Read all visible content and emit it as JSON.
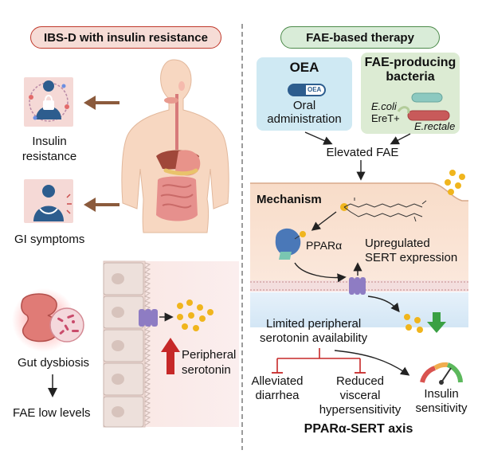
{
  "left_panel": {
    "title": "IBS-D with insulin resistance",
    "insulin_resistance": "Insulin resistance",
    "gi_symptoms": "GI symptoms",
    "gut_dysbiosis": "Gut dysbiosis",
    "fae_low_levels": "FAE low levels",
    "peripheral_serotonin": "Peripheral serotonin"
  },
  "right_panel": {
    "title": "FAE-based therapy",
    "oea_box": {
      "title": "OEA",
      "pill_label": "OEA",
      "line1": "Oral",
      "line2": "administration"
    },
    "bacteria_box": {
      "title_line1": "FAE-producing",
      "title_line2": "bacteria",
      "ecoli_line1": "E.coli",
      "ecoli_line2": "EreT+",
      "erectale": "E.rectale"
    },
    "elevated_fae": "Elevated FAE",
    "mechanism": "Mechanism",
    "ppara": "PPARα",
    "upregulated_line1": "Upregulated",
    "upregulated_line2": "SERT expression",
    "limited_line1": "Limited peripheral",
    "limited_line2": "serotonin availability",
    "alleviated_line1": "Alleviated",
    "alleviated_line2": "diarrhea",
    "reduced_line1": "Reduced",
    "reduced_line2": "visceral",
    "reduced_line3": "hypersensitivity",
    "insulin_line1": "Insulin",
    "insulin_line2": "sensitivity",
    "axis_title": "PPARα-SERT axis"
  },
  "colors": {
    "left_title_bg": "#f6dcd6",
    "left_title_border": "#c0392b",
    "right_title_bg": "#d9ecd8",
    "right_title_border": "#4c8a4a",
    "oea_box_bg": "#cfe9f3",
    "bacteria_box_bg": "#dcebd3",
    "mechanism_bg": "#f8dcc8",
    "brown_arrow": "#8b5a3c",
    "red_arrow": "#c62828",
    "green_arrow": "#3aa043",
    "ppar_blue": "#4a78b8",
    "serotonin_yellow": "#f0b51d",
    "sert_purple": "#8e7cc3"
  }
}
